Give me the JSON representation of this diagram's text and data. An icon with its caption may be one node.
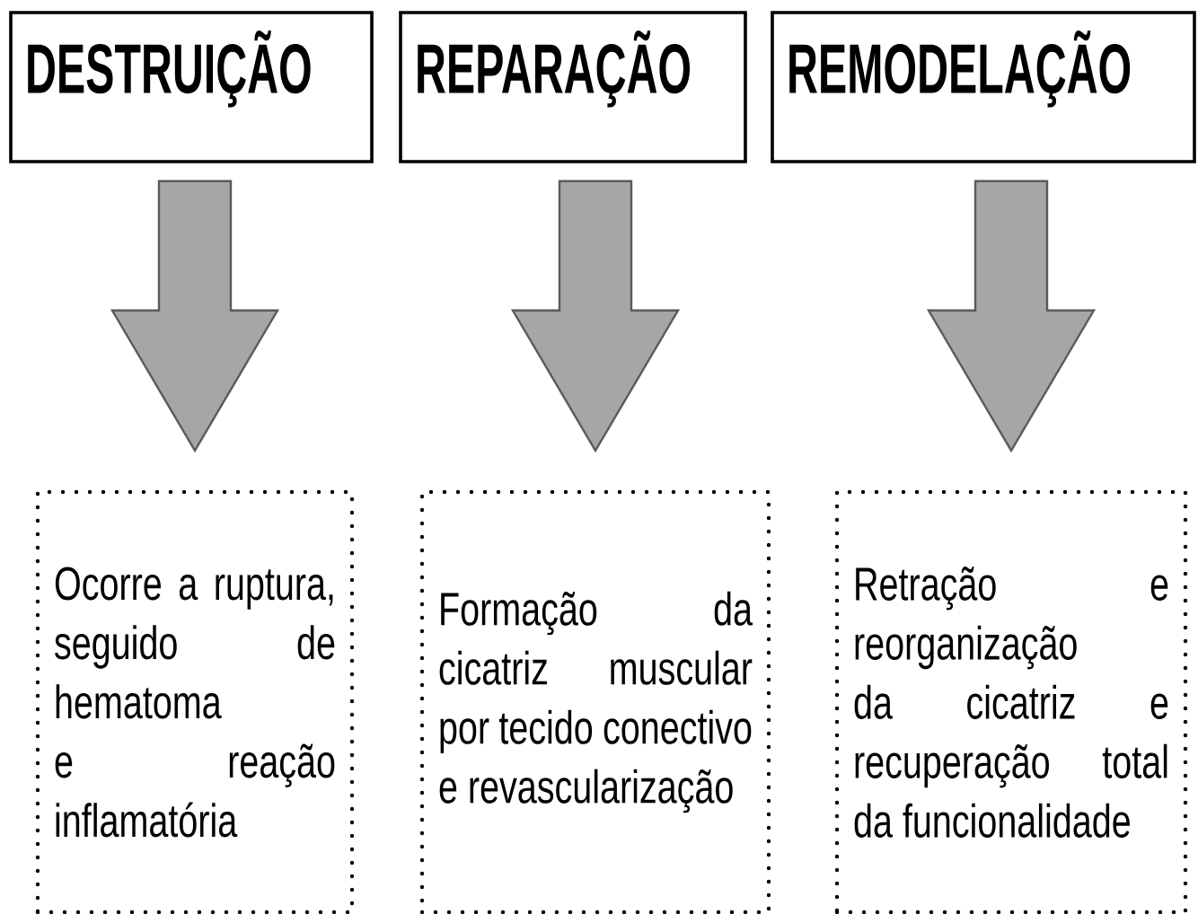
{
  "diagram": {
    "nodes": [
      {
        "text": [
          "DESTRUIÇÃO"
        ]
      },
      {
        "text": [
          "REPARAÇÃO"
        ]
      },
      {
        "text": [
          "REMODELAÇÃO"
        ]
      },
      {
        "text": [
          "Ocorre a ruptura, seguido de hematoma e reação inflamatória"
        ]
      },
      {
        "text": [
          "Formação da cicatriz muscular por tecido conectivo e revascularização"
        ]
      },
      {
        "text": [
          "Retração e reorganização da cicatriz e recuperação total da funcionalidade"
        ]
      }
    ],
    "edges": [
      {
        "from": 0,
        "to": 3,
        "arrow": "to"
      },
      {
        "from": 1,
        "to": 4,
        "arrow": "to"
      },
      {
        "from": 2,
        "to": 5,
        "arrow": "to"
      }
    ]
  }
}
